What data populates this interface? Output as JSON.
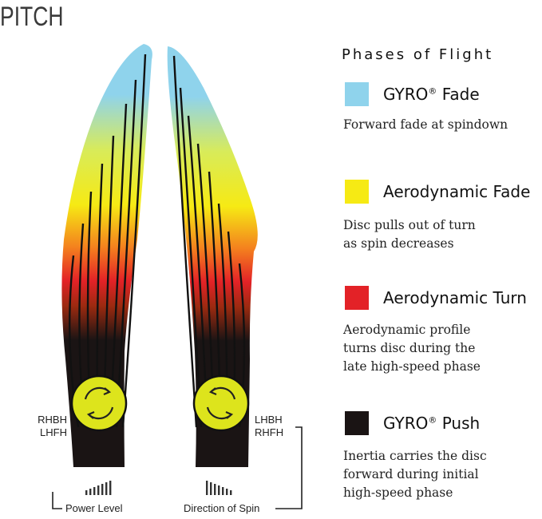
{
  "title": "PITCH",
  "legend": {
    "title": "Phases of Flight",
    "items": [
      {
        "label": "GYRO",
        "mark": "®",
        "suffix": " Fade",
        "color": "#8fd3ec",
        "desc": [
          "Forward fade at spindown"
        ]
      },
      {
        "label": "Aerodynamic Fade",
        "mark": "",
        "suffix": "",
        "color": "#f6ea14",
        "desc": [
          "Disc pulls out of turn",
          "as spin decreases"
        ]
      },
      {
        "label": "Aerodynamic Turn",
        "mark": "",
        "suffix": "",
        "color": "#e32227",
        "desc": [
          "Aerodynamic profile",
          "turns disc during the",
          "late high-speed phase"
        ]
      },
      {
        "label": "GYRO",
        "mark": "®",
        "suffix": " Push",
        "color": "#1a1414",
        "desc": [
          "Inertia carries the disc",
          "forward during initial",
          "high-speed phase"
        ]
      }
    ]
  },
  "left_labels": [
    "RHBH",
    "LHFH"
  ],
  "right_labels": [
    "LHBH",
    "RHFH"
  ],
  "captions": {
    "power": "Power Level",
    "spin": "Direction of Spin"
  },
  "icons": {
    "left_disc": "clockwise-rotation-icon",
    "right_disc": "counterclockwise-rotation-icon"
  }
}
